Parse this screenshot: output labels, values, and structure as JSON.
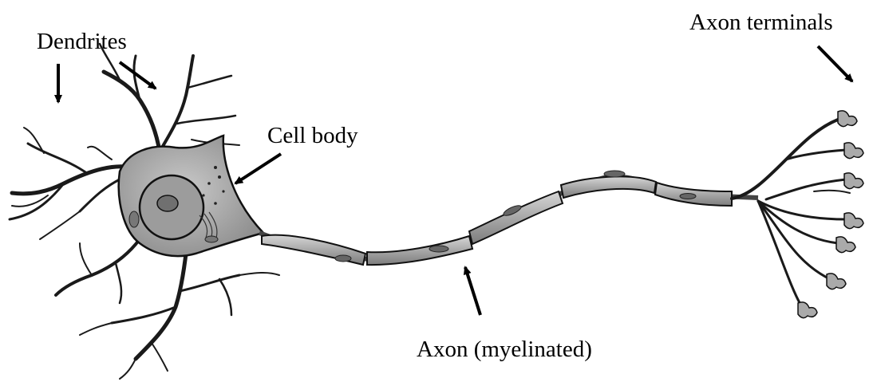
{
  "labels": {
    "dendrites": "Dendrites",
    "cell_body": "Cell body",
    "axon_terminals": "Axon terminals",
    "axon": "Axon (myelinated)"
  },
  "colors": {
    "membrane_fill": "#b8b8b8",
    "myelin_fill": "#a9a9a9",
    "nucleus_fill": "#9c9c9c",
    "outline": "#111111",
    "arrow": "#000000"
  }
}
